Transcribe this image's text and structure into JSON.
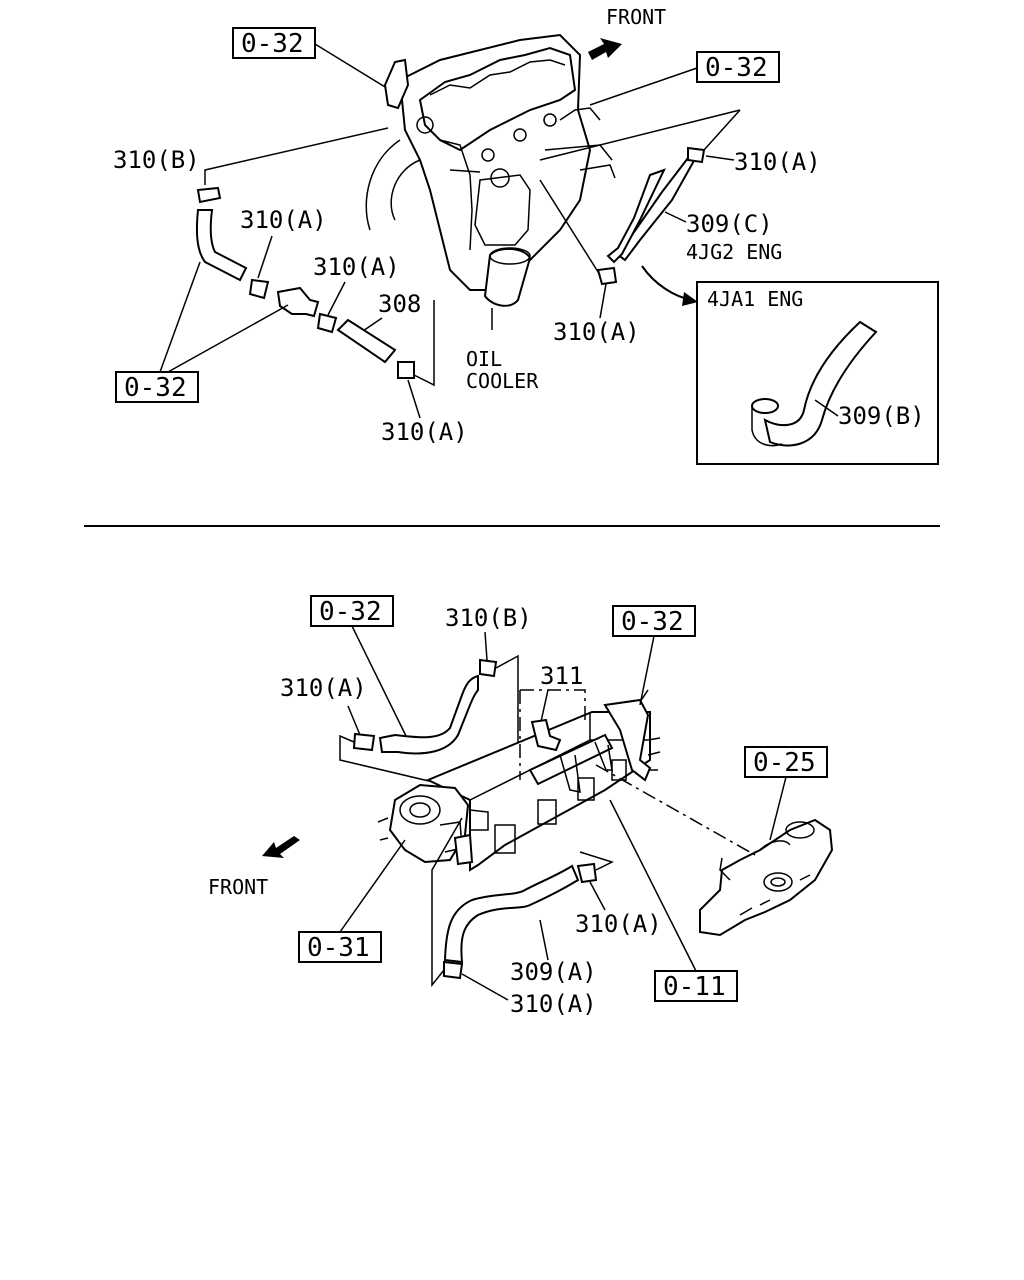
{
  "top": {
    "front_label": "FRONT",
    "ref_boxes": {
      "upper_left": "0-32",
      "upper_right": "0-32",
      "lower_left": "0-32"
    },
    "parts": {
      "clamp_b": "310(B)",
      "clamp_a_1": "310(A)",
      "clamp_a_2": "310(A)",
      "clamp_a_3": "310(A)",
      "clamp_a_4": "310(A)",
      "clamp_a_right": "310(A)",
      "pipe": "308",
      "hose_c": "309(C)"
    },
    "engine_note": "4JG2 ENG",
    "oil_cooler": [
      "OIL",
      "COOLER"
    ],
    "inset": {
      "title": "4JA1 ENG",
      "part": "309(B)"
    }
  },
  "bottom": {
    "front_label": "FRONT",
    "ref_boxes": {
      "top_left": "0-32",
      "top_right": "0-32",
      "right": "0-25",
      "left": "0-31",
      "bottom": "0-11"
    },
    "parts": {
      "clamp_b": "310(B)",
      "clamp_a_1": "310(A)",
      "sensor": "311",
      "clamp_a_2": "310(A)",
      "hose_a": "309(A)",
      "clamp_a_3": "310(A)"
    }
  }
}
